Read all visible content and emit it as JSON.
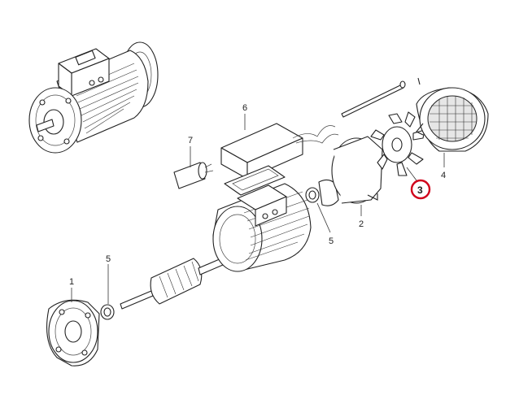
{
  "callouts": [
    {
      "id": "c1",
      "label": "1"
    },
    {
      "id": "c2",
      "label": "2"
    },
    {
      "id": "c3",
      "label": "3",
      "highlighted": true
    },
    {
      "id": "c4",
      "label": "4"
    },
    {
      "id": "c5a",
      "label": "5"
    },
    {
      "id": "c5b",
      "label": "5"
    },
    {
      "id": "c6",
      "label": "6"
    },
    {
      "id": "c7",
      "label": "7"
    }
  ],
  "highlight_color": "#d0021b"
}
